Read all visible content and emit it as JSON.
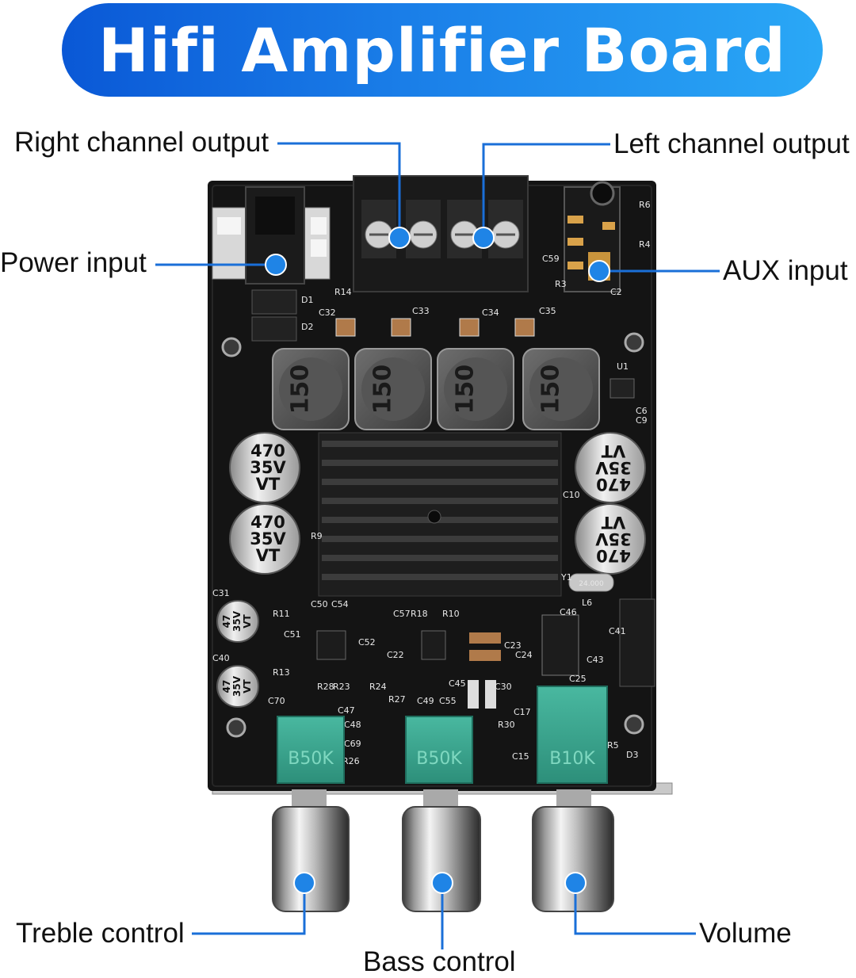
{
  "title": "Hifi Amplifier Board",
  "callouts": {
    "right_channel_output": "Right channel output",
    "left_channel_output": "Left channel output",
    "power_input": "Power input",
    "aux_input": "AUX input",
    "treble_control": "Treble control",
    "bass_control": "Bass control",
    "volume": "Volume"
  },
  "board": {
    "inductors": [
      "150",
      "150",
      "150",
      "150"
    ],
    "big_cap": [
      "470",
      "35V",
      "VT"
    ],
    "small_cap": [
      "47",
      "35V",
      "VT"
    ],
    "pots": [
      "B50K",
      "B50K",
      "B10K"
    ],
    "silkscreen": [
      "D1",
      "D2",
      "R14",
      "C32",
      "C33",
      "C34",
      "C35",
      "R3",
      "C59",
      "C2",
      "R6",
      "R4",
      "U1",
      "C6",
      "C9",
      "C31",
      "R11",
      "C50",
      "C54",
      "C51",
      "C52",
      "C57",
      "R18",
      "R10",
      "C22",
      "C23",
      "C24",
      "C46",
      "L6",
      "C41",
      "C43",
      "C40",
      "R13",
      "R28",
      "R23",
      "R24",
      "C70",
      "C47",
      "R27",
      "C49",
      "C55",
      "C45",
      "C30",
      "C17",
      "C48",
      "C69",
      "R26",
      "R30",
      "C15",
      "C25",
      "R5",
      "D3",
      "Y1",
      "R9",
      "C10"
    ],
    "crystal": "24.000"
  },
  "colors": {
    "banner_start": "#0a58d6",
    "banner_end": "#2aa8f6",
    "callout_line": "#1a6fd8",
    "callout_dot": "#1f84e6",
    "pcb": "#141414",
    "pot_green": "#3aa890"
  },
  "icons": [
    "dc-jack",
    "screw-terminal",
    "audio-jack",
    "heatsink",
    "knob"
  ]
}
